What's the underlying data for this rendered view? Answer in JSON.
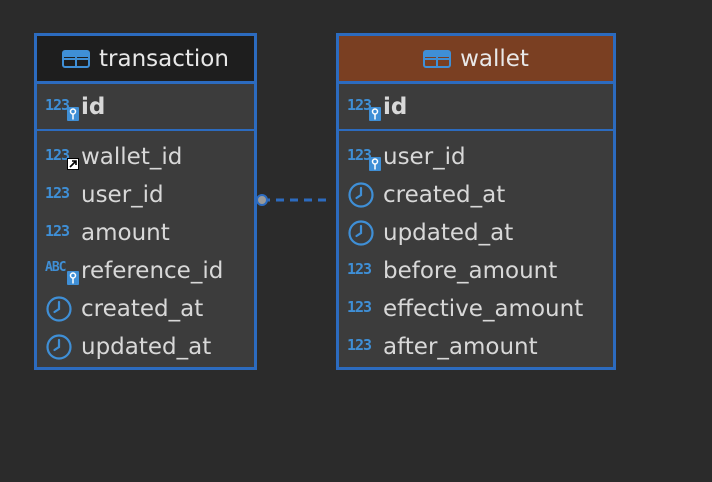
{
  "colors": {
    "background": "#2b2b2b",
    "entity_border": "#2c6bbf",
    "transaction_header": "#1e1e1e",
    "wallet_header": "#7a3f22",
    "type_icon": "#3f8fd6"
  },
  "entities": {
    "transaction": {
      "title": "transaction",
      "pk": {
        "name": "id",
        "type_label": "123"
      },
      "fields": [
        {
          "name": "wallet_id",
          "type_label": "123",
          "icon": "number-fk-icon"
        },
        {
          "name": "user_id",
          "type_label": "123",
          "icon": "number-icon"
        },
        {
          "name": "amount",
          "type_label": "123",
          "icon": "number-icon"
        },
        {
          "name": "reference_id",
          "type_label": "ABC",
          "icon": "text-key-icon"
        },
        {
          "name": "created_at",
          "type_label": "",
          "icon": "clock-icon"
        },
        {
          "name": "updated_at",
          "type_label": "",
          "icon": "clock-icon"
        }
      ]
    },
    "wallet": {
      "title": "wallet",
      "pk": {
        "name": "id",
        "type_label": "123"
      },
      "fields": [
        {
          "name": "user_id",
          "type_label": "123",
          "icon": "number-key-icon"
        },
        {
          "name": "created_at",
          "type_label": "",
          "icon": "clock-icon"
        },
        {
          "name": "updated_at",
          "type_label": "",
          "icon": "clock-icon"
        },
        {
          "name": "before_amount",
          "type_label": "123",
          "icon": "number-icon"
        },
        {
          "name": "effective_amount",
          "type_label": "123",
          "icon": "number-icon"
        },
        {
          "name": "after_amount",
          "type_label": "123",
          "icon": "number-icon"
        }
      ]
    }
  }
}
